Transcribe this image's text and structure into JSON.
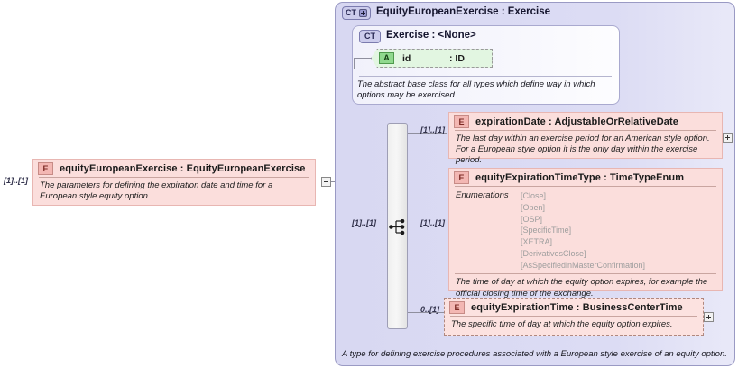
{
  "diagram": {
    "title": "XSD schema diagram for EquityEuropeanExercise"
  },
  "root_element": {
    "badge": "E",
    "title": "equityEuropeanExercise : EquityEuropeanExercise",
    "documentation": "The parameters for defining the expiration date and time for a European style equity option",
    "cardinality": "[1]..[1]",
    "expander": "collapse-minus"
  },
  "complex_type": {
    "badge": "CT",
    "badge_action": "expand-plus",
    "title": "EquityEuropeanExercise : Exercise",
    "documentation": "A type for defining exercise procedures associated with a European style exercise of an equity option."
  },
  "base_type": {
    "badge": "CT",
    "title": "Exercise : <None>",
    "documentation": "The abstract base class for all types which define way in which options may be exercised.",
    "attribute": {
      "badge": "A",
      "name": "id",
      "type": ": ID"
    }
  },
  "compositor": {
    "kind": "sequence",
    "cardinality": "[1]..[1]"
  },
  "children": [
    {
      "badge": "E",
      "title": "expirationDate : AdjustableOrRelativeDate",
      "documentation": "The last day within an exercise period for an American style option. For a European style option it is the only day within the exercise period.",
      "cardinality": "[1]..[1]",
      "expander": "expand-plus"
    },
    {
      "badge": "E",
      "title": "equityExpirationTimeType : TimeTypeEnum",
      "enumerations_label": "Enumerations",
      "enumerations": [
        "[Close]",
        "[Open]",
        "[OSP]",
        "[SpecificTime]",
        "[XETRA]",
        "[DerivativesClose]",
        "[AsSpecifiedinMasterConfirmation]"
      ],
      "documentation": "The time of day at which the equity option expires, for example the official closing time of the exchange.",
      "cardinality": "[1]..[1]"
    },
    {
      "badge": "E",
      "title": "equityExpirationTime : BusinessCenterTime",
      "documentation": "The specific time of day at which the equity option expires.",
      "cardinality": "0..[1]",
      "expander": "expand-plus"
    }
  ],
  "colors": {
    "element_fill": "#fbdedc",
    "element_border": "#e8b6b2",
    "container_fill": "#dcdcf4",
    "container_border": "#9a9ac4",
    "attribute_fill": "#e2f6e1",
    "connector": "#8f8f9e"
  }
}
